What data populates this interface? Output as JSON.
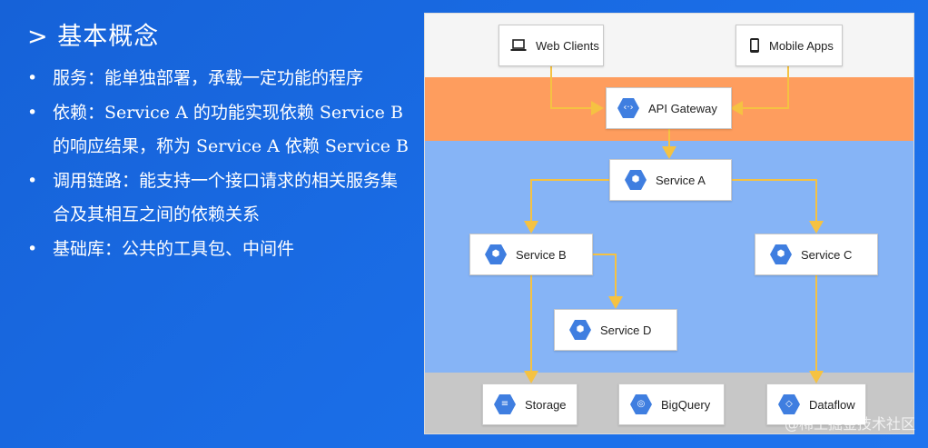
{
  "slide": {
    "heading": "> 基本概念",
    "bullets": [
      "服务：能单独部署，承载一定功能的程序",
      "依赖：Service A 的功能实现依赖 Service B 的响应结果，称为 Service A 依赖 Service B",
      "调用链路：能支持一个接口请求的相关服务集合及其相互之间的依赖关系",
      "基础库：公共的工具包、中间件"
    ]
  },
  "diagram": {
    "band_colors": {
      "client": "#f5f5f5",
      "gateway": "#fe9d5e",
      "services": "#86b4f6",
      "storage": "#c7c7c7"
    },
    "connector_color": "#f5c242",
    "nodes": {
      "web_clients": {
        "label": "Web Clients",
        "icon": "laptop-icon"
      },
      "mobile_apps": {
        "label": "Mobile Apps",
        "icon": "phone-icon"
      },
      "api_gateway": {
        "label": "API Gateway",
        "icon": "api-icon"
      },
      "service_a": {
        "label": "Service A",
        "icon": "service-icon"
      },
      "service_b": {
        "label": "Service B",
        "icon": "service-icon"
      },
      "service_c": {
        "label": "Service C",
        "icon": "service-icon"
      },
      "service_d": {
        "label": "Service D",
        "icon": "service-icon"
      },
      "storage": {
        "label": "Storage",
        "icon": "storage-icon"
      },
      "bigquery": {
        "label": "BigQuery",
        "icon": "bigquery-icon"
      },
      "dataflow": {
        "label": "Dataflow",
        "icon": "dataflow-icon"
      }
    },
    "edges": [
      [
        "web_clients",
        "api_gateway"
      ],
      [
        "mobile_apps",
        "api_gateway"
      ],
      [
        "api_gateway",
        "service_a"
      ],
      [
        "service_a",
        "service_b"
      ],
      [
        "service_a",
        "service_c"
      ],
      [
        "service_b",
        "service_d"
      ],
      [
        "service_b",
        "storage"
      ],
      [
        "service_c",
        "dataflow"
      ]
    ]
  },
  "watermark": "@稀土掘金技术社区"
}
